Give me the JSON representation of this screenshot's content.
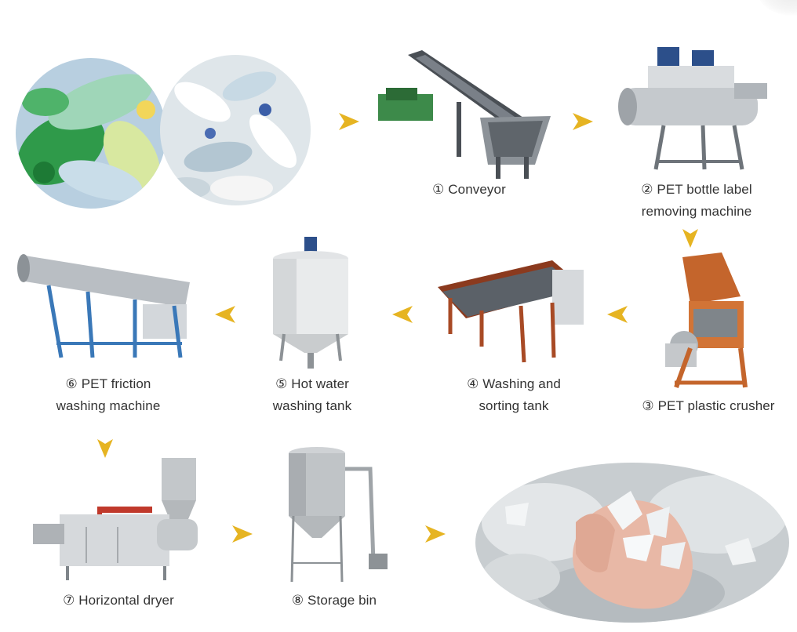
{
  "accent_color": "#e6b422",
  "steps": [
    {
      "id": "conveyor",
      "lines": [
        "① Conveyor"
      ]
    },
    {
      "id": "label-remover",
      "lines": [
        "② PET bottle label",
        "removing machine"
      ]
    },
    {
      "id": "crusher",
      "lines": [
        "③ PET plastic crusher"
      ]
    },
    {
      "id": "washing-sorting-tank",
      "lines": [
        "④ Washing and",
        "sorting tank"
      ]
    },
    {
      "id": "hot-water-tank",
      "lines": [
        "⑤ Hot water",
        "washing tank"
      ]
    },
    {
      "id": "friction-washer",
      "lines": [
        "⑥ PET friction",
        "washing machine"
      ]
    },
    {
      "id": "horizontal-dryer",
      "lines": [
        "⑦ Horizontal dryer"
      ]
    },
    {
      "id": "storage-bin",
      "lines": [
        "⑧ Storage bin"
      ]
    }
  ],
  "arrows": [
    "right",
    "right",
    "down",
    "left",
    "left",
    "left",
    "down",
    "right",
    "right"
  ]
}
